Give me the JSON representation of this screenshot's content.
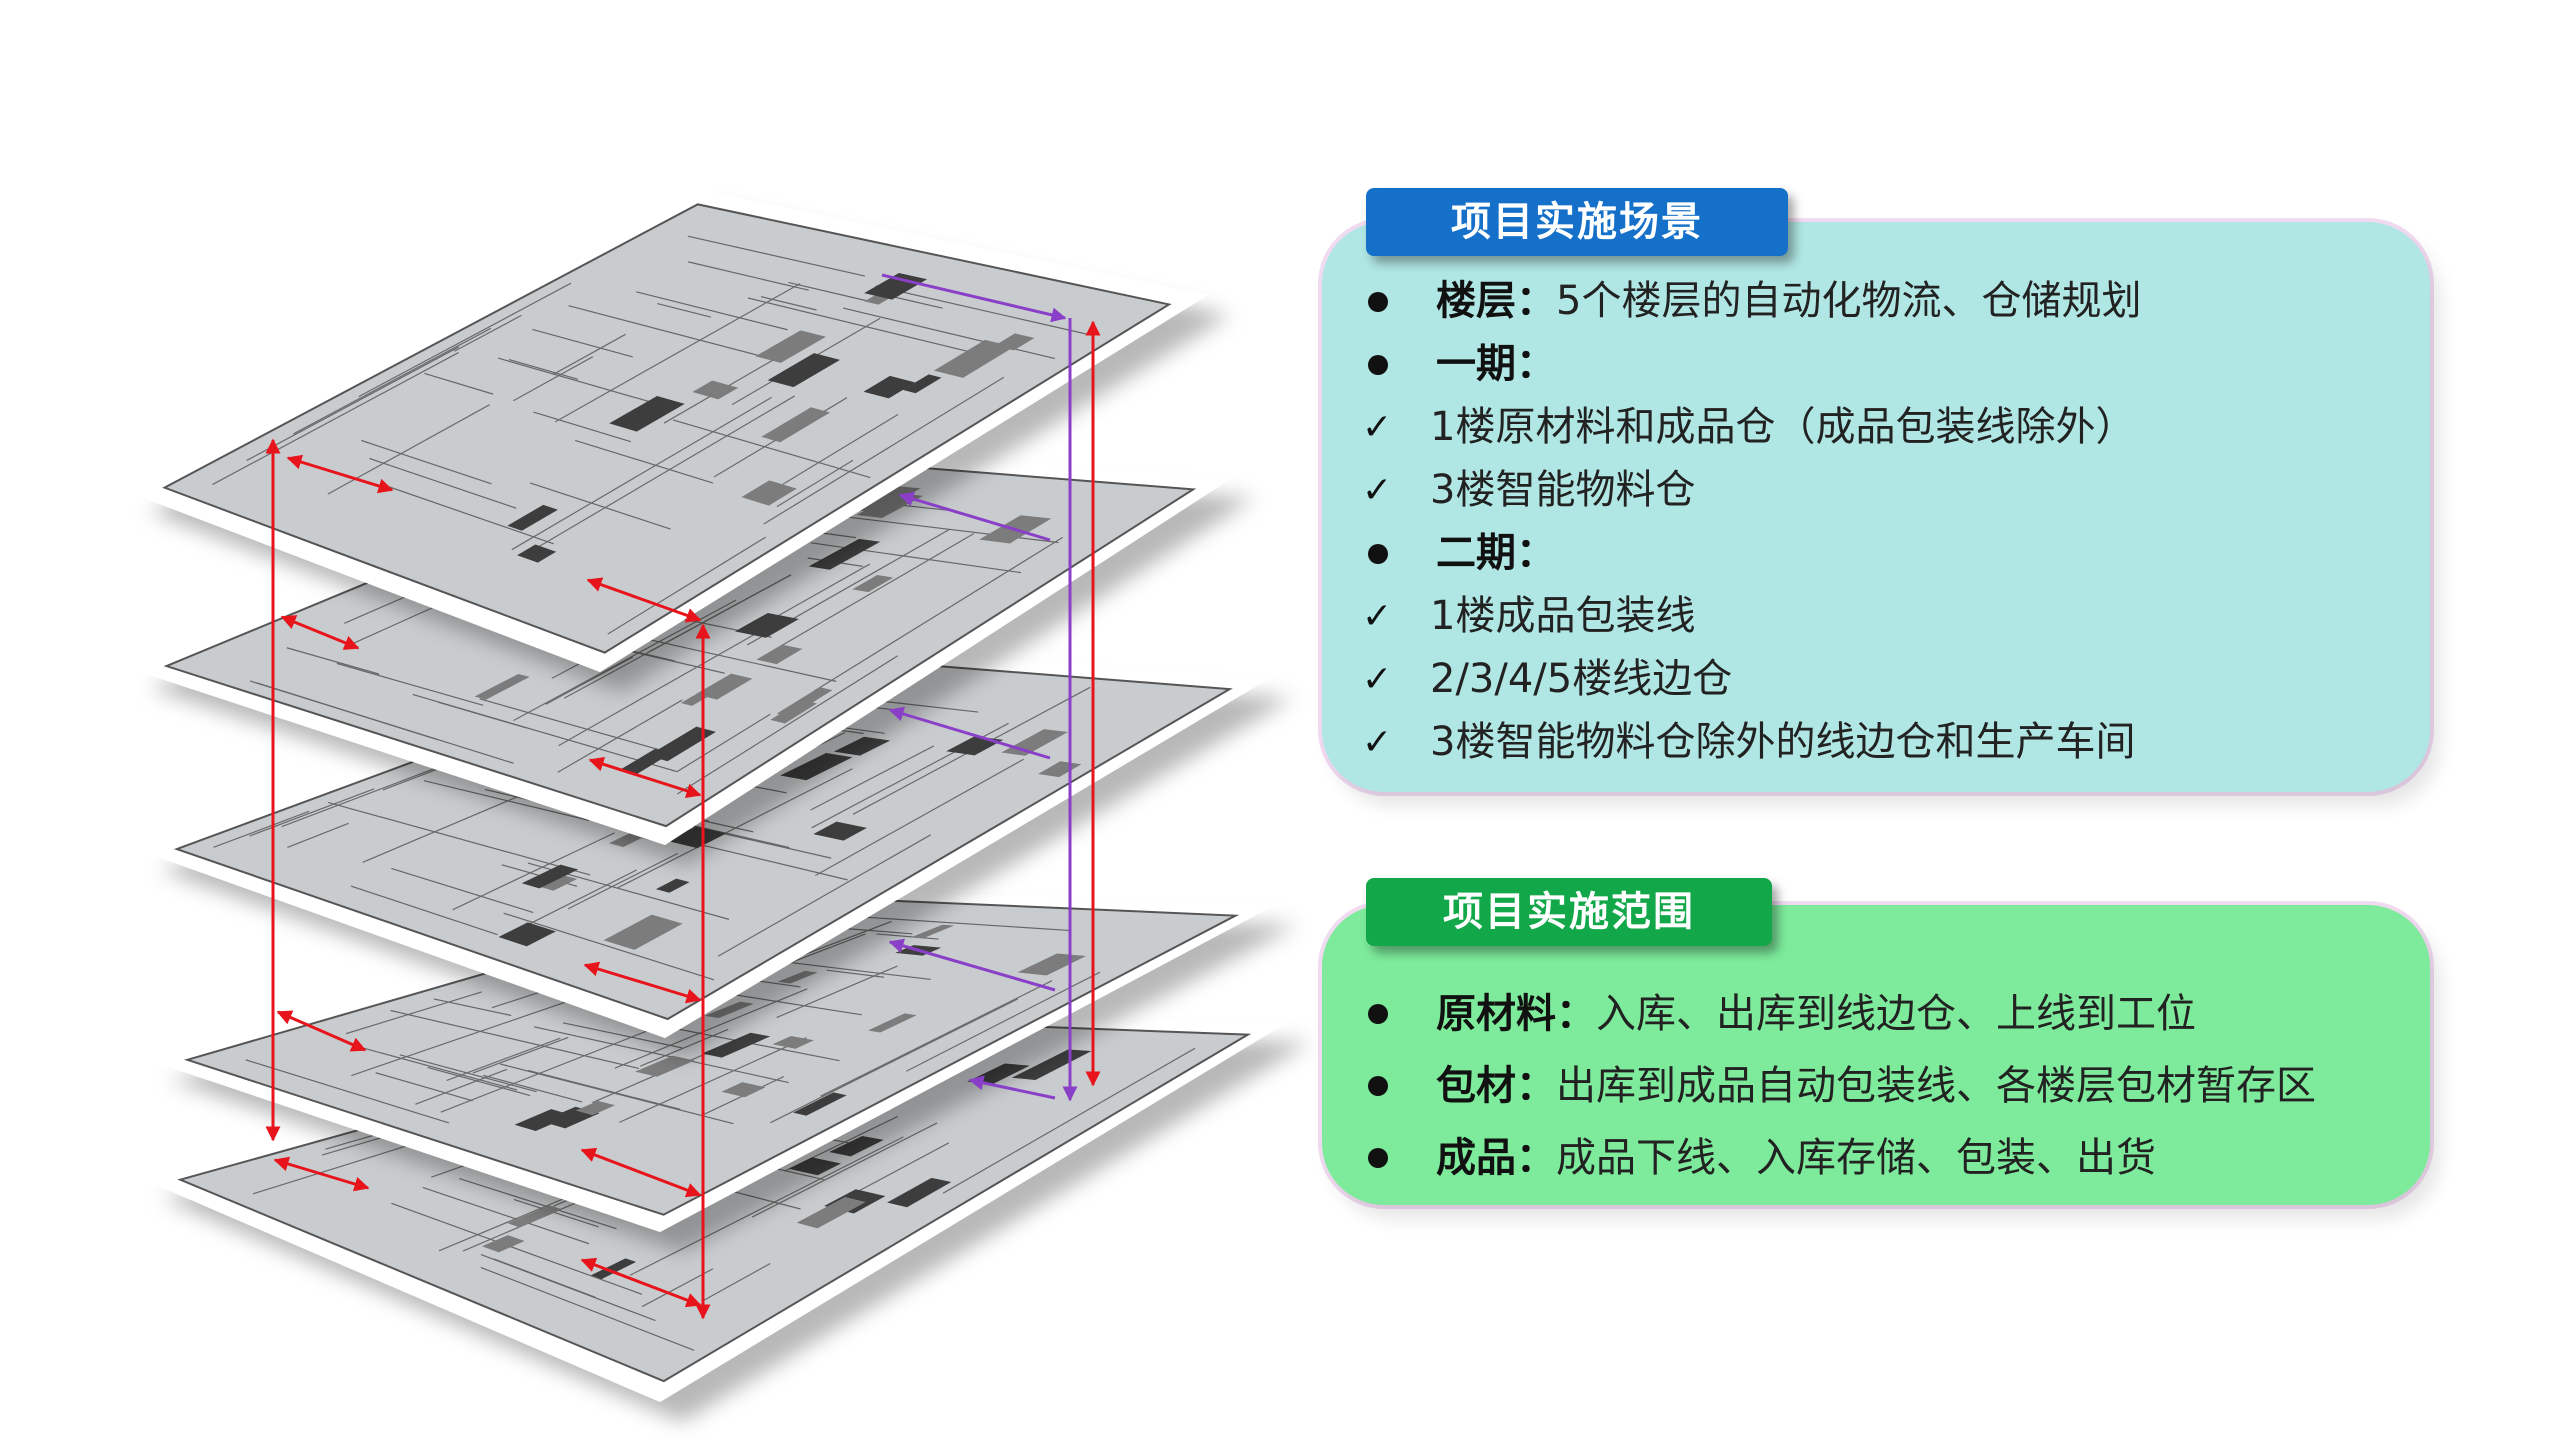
{
  "scene": {
    "title": "项目实施场景",
    "items": [
      {
        "marker": "bullet",
        "label": "楼层：",
        "text": "5个楼层的自动化物流、仓储规划"
      },
      {
        "marker": "bullet",
        "label": "一期：",
        "text": ""
      },
      {
        "marker": "check",
        "label": "",
        "text": "1楼原材料和成品仓（成品包装线除外）"
      },
      {
        "marker": "check",
        "label": "",
        "text": "3楼智能物料仓"
      },
      {
        "marker": "bullet",
        "label": "二期：",
        "text": ""
      },
      {
        "marker": "check",
        "label": "",
        "text": "1楼成品包装线"
      },
      {
        "marker": "check",
        "label": "",
        "text": "2/3/4/5楼线边仓"
      },
      {
        "marker": "check",
        "label": "",
        "text": "3楼智能物料仓除外的线边仓和生产车间"
      }
    ]
  },
  "scope": {
    "title": "项目实施范围",
    "items": [
      {
        "marker": "bullet",
        "label": "原材料：",
        "text": "入库、出库到线边仓、上线到工位"
      },
      {
        "marker": "bullet",
        "label": "包材：",
        "text": "出库到成品自动包装线、各楼层包材暂存区"
      },
      {
        "marker": "bullet",
        "label": "成品：",
        "text": "成品下线、入库存储、包装、出货"
      }
    ]
  },
  "check_glyph": "✓",
  "colors": {
    "scene_panel": "#b0e6e3",
    "scope_panel": "#7deb9b",
    "scene_tag": "#1470c8",
    "scope_tag": "#12a84a",
    "red_arrow": "#e8141c",
    "purple_arrow": "#8a3fc8",
    "floor_fill": "#c9ccce"
  },
  "icons": [
    "floor-plan-layer",
    "red-double-arrow",
    "purple-arrow"
  ]
}
